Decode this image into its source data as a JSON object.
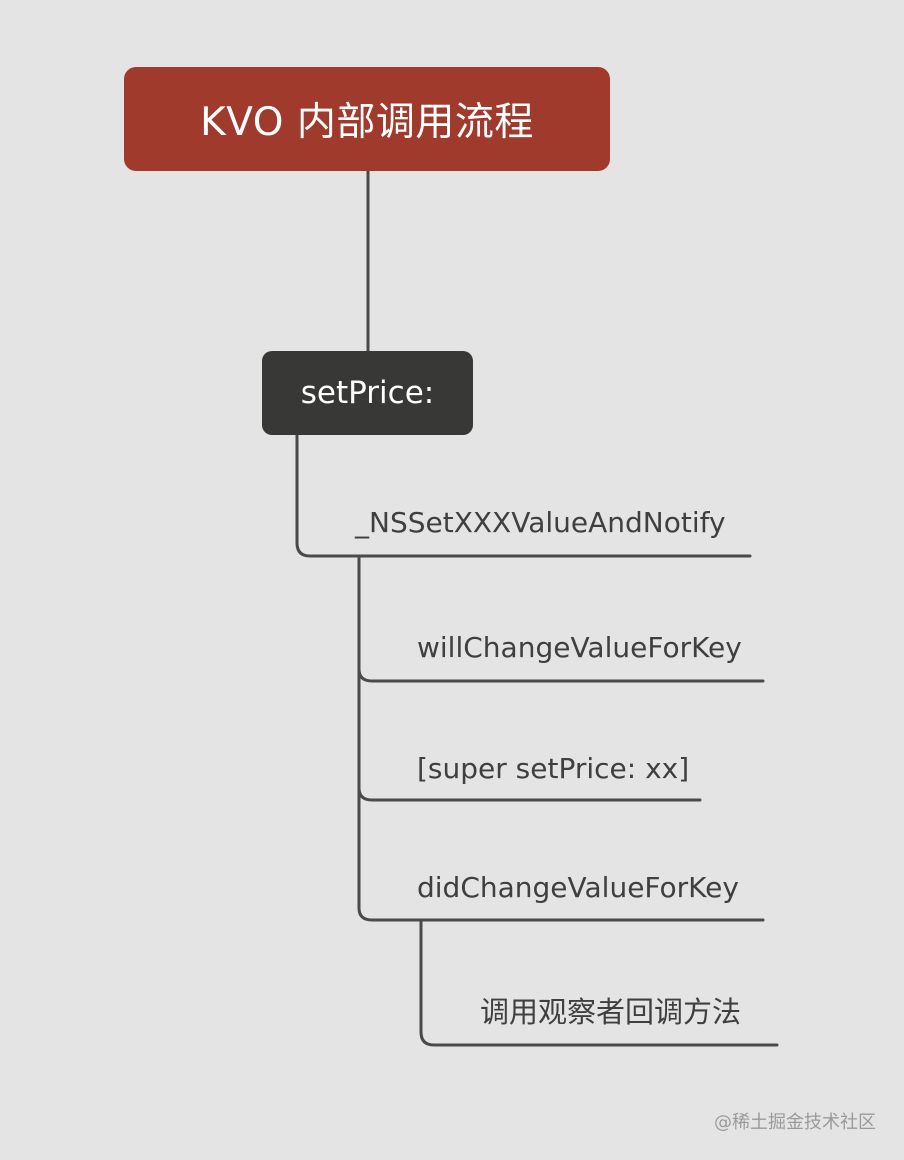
{
  "diagram": {
    "root": "KVO 内部调用流程",
    "main_node": "setPrice:",
    "level1": "_NSSetXXXValueAndNotify",
    "level2": [
      "willChangeValueForKey",
      "[super setPrice: xx]",
      "didChangeValueForKey"
    ],
    "level3": "调用观察者回调方法"
  },
  "watermark": "@稀土掘金技术社区",
  "colors": {
    "background": "#e4e4e4",
    "root_node": "#9f3a2d",
    "main_node": "#383836",
    "connector": "#4a4a4a",
    "text": "#3f3f3f"
  }
}
